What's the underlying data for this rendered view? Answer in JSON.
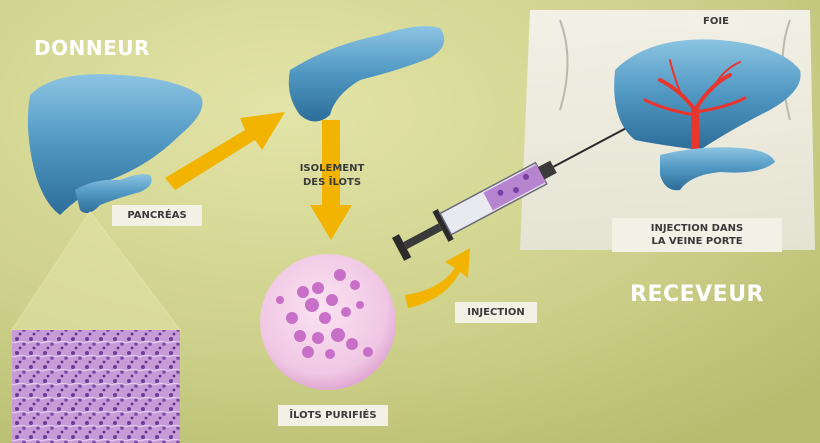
{
  "labels": {
    "donneur": "DONNEUR",
    "receveur": "RECEVEUR",
    "pancreas": "PANCRÉAS",
    "isolement_line1": "ISOLEMENT",
    "isolement_line2": "DES ÎLOTS",
    "ilots_purifies": "ÎLOTS PURIFIÉS",
    "injection": "INJECTION",
    "foie": "FOIE",
    "veine_porte_line1": "INJECTION DANS",
    "veine_porte_line2": "LA VEINE PORTE"
  },
  "colors": {
    "background": "#cfd08a",
    "arrow": "#f2b400",
    "organ": "#5aa1c9",
    "islet_stain": "#c86fc8",
    "vein": "#e8352e"
  }
}
